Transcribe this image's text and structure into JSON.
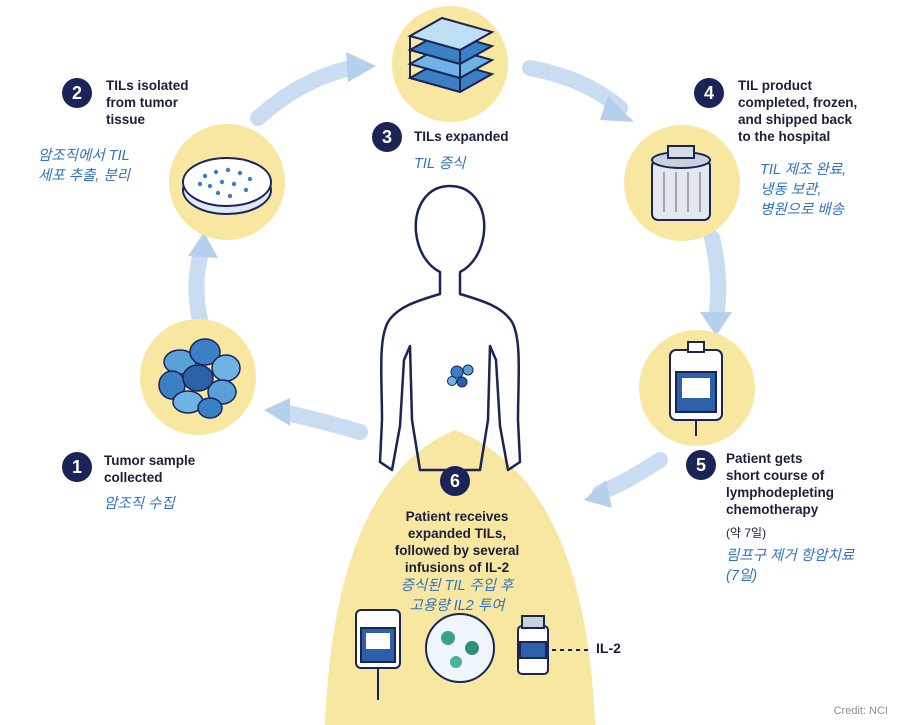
{
  "steps": [
    {
      "num": "1",
      "en": "Tumor sample\ncollected",
      "ko": "암조직 수집"
    },
    {
      "num": "2",
      "en": "TILs isolated\nfrom tumor\ntissue",
      "ko": "암조직에서 TIL\n세포 추출, 분리"
    },
    {
      "num": "3",
      "en": "TILs expanded",
      "ko": "TIL 증식"
    },
    {
      "num": "4",
      "en": "TIL product\ncompleted, frozen,\nand shipped back\nto the hospital",
      "ko": "TIL 제조 완료,\n냉동 보관,\n병원으로 배송"
    },
    {
      "num": "5",
      "en": "Patient gets\nshort course of\nlymphodepleting\nchemotherapy",
      "note": "(약 7일)",
      "ko": "림프구 제거 항암치료\n(7일)"
    },
    {
      "num": "6",
      "en": "Patient receives\nexpanded TILs,\nfollowed by several\ninfusions of IL-2",
      "ko": "증식된 TIL 주입 후\n고용량 IL2 투여"
    }
  ],
  "il2_label": "IL-2",
  "credit": "Credit: NCI",
  "colors": {
    "yellow": "#f8e7a0",
    "navy": "#1a2456",
    "blue_text": "#2f72c4",
    "arrow": "#cfe0f3"
  }
}
